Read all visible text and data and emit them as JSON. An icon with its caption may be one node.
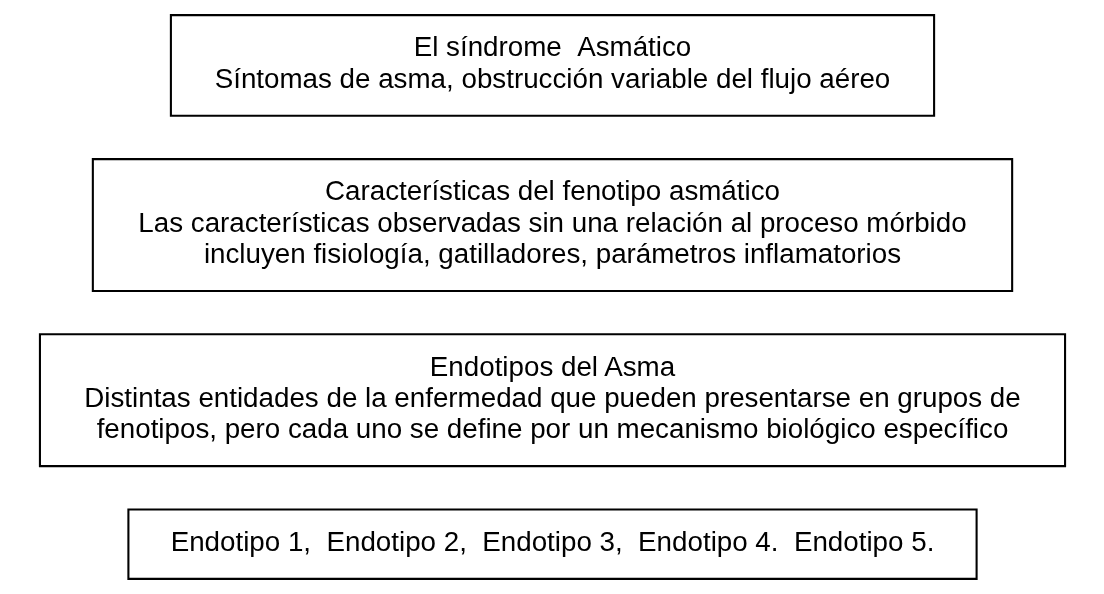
{
  "diagram": {
    "nodes": [
      {
        "text": [
          "El síndrome  Asmático",
          "Síntomas de asma, obstrucción variable del flujo aéreo"
        ]
      },
      {
        "text": [
          "Características del fenotipo asmático",
          "Las características observadas sin una relación al proceso mórbido incluyen fisiología, gatilladores, parámetros inflamatorios"
        ]
      },
      {
        "text": [
          "Endotipos del Asma",
          "Distintas entidades de la enfermedad que pueden presentarse en grupos de fenotipos, pero cada uno se define por un mecanismo biológico específico"
        ]
      },
      {
        "text": [
          "Endotipo 1,  Endotipo 2,  Endotipo 3,  Endotipo 4.  Endotipo 5."
        ]
      }
    ]
  }
}
